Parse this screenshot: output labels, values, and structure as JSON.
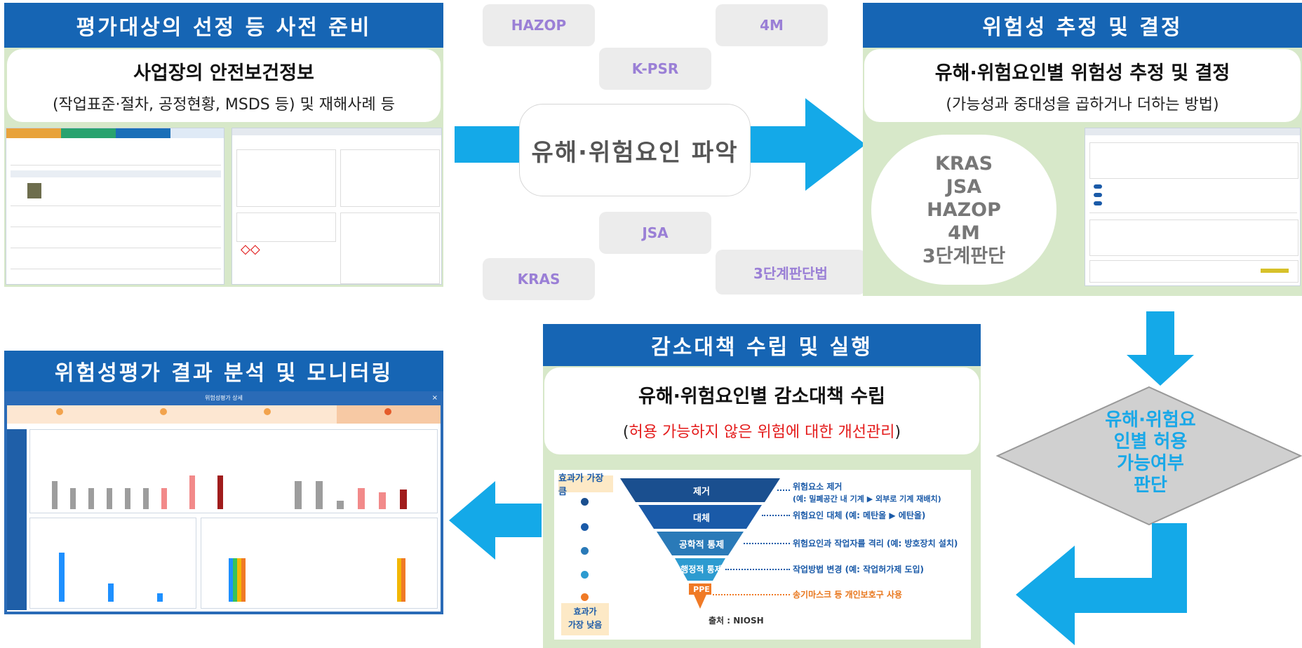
{
  "colors": {
    "header_blue": "#1665b4",
    "arrow_cyan": "#14a9e8",
    "panel_green": "#d7e8c9",
    "tool_purple": "#9a7fd6",
    "red": "#e41b1b"
  },
  "step1": {
    "header": "평가대상의 선정 등 사전 준비",
    "title": "사업장의 안전보건정보",
    "subtitle": "(작업표준·절차, 공정현황, MSDS 등) 및 재해사례 등"
  },
  "hazard": {
    "label": "유해·위험요인 파악",
    "tools": [
      "HAZOP",
      "4M",
      "K-PSR",
      "JSA",
      "KRAS",
      "3단계판단법"
    ]
  },
  "step2": {
    "header": "위험성 추정 및 결정",
    "title": "유해·위험요인별 위험성 추정 및 결정",
    "subtitle": "(가능성과 중대성을 곱하거나 더하는 방법)",
    "methods": [
      "KRAS",
      "JSA",
      "HAZOP",
      "4M",
      "3단계판단"
    ]
  },
  "step3": {
    "header": "감소대책 수립 및 실행",
    "title": "유해·위험요인별 감소대책 수립",
    "subtitle_open": "(",
    "subtitle_red": "허용 가능하지 않은 위험에 대한 개선관리",
    "subtitle_close": ")",
    "hierarchy": {
      "top_label": "효과가 가장 큼",
      "bottom_label_1": "효과가",
      "bottom_label_2": "가장 낮음",
      "levels": [
        {
          "name": "제거",
          "desc": "위험요소 제거",
          "example": "(예: 밀폐공간 내 기계 ▶ 외부로 기계 재배치)"
        },
        {
          "name": "대체",
          "desc": "위험요인 대체 (예: 메탄올 ▶ 에탄올)"
        },
        {
          "name": "공학적 통제",
          "desc": "위험요인과 작업자를 격리 (예: 방호장치 설치)"
        },
        {
          "name": "행정적 통제",
          "desc": "작업방법 변경 (예: 작업허가제 도입)"
        },
        {
          "name": "PPE",
          "desc": "송기마스크 등 개인보호구 사용"
        }
      ],
      "source": "출처 : NIOSH"
    }
  },
  "decision": {
    "text_lines": [
      "유해·위험요",
      "인별 허용",
      "가능여부",
      "판단"
    ]
  },
  "step4": {
    "header": "위험성평가 결과 분석 및 모니터링",
    "dashboard_title": "위험성평가 상세",
    "close": "×"
  }
}
